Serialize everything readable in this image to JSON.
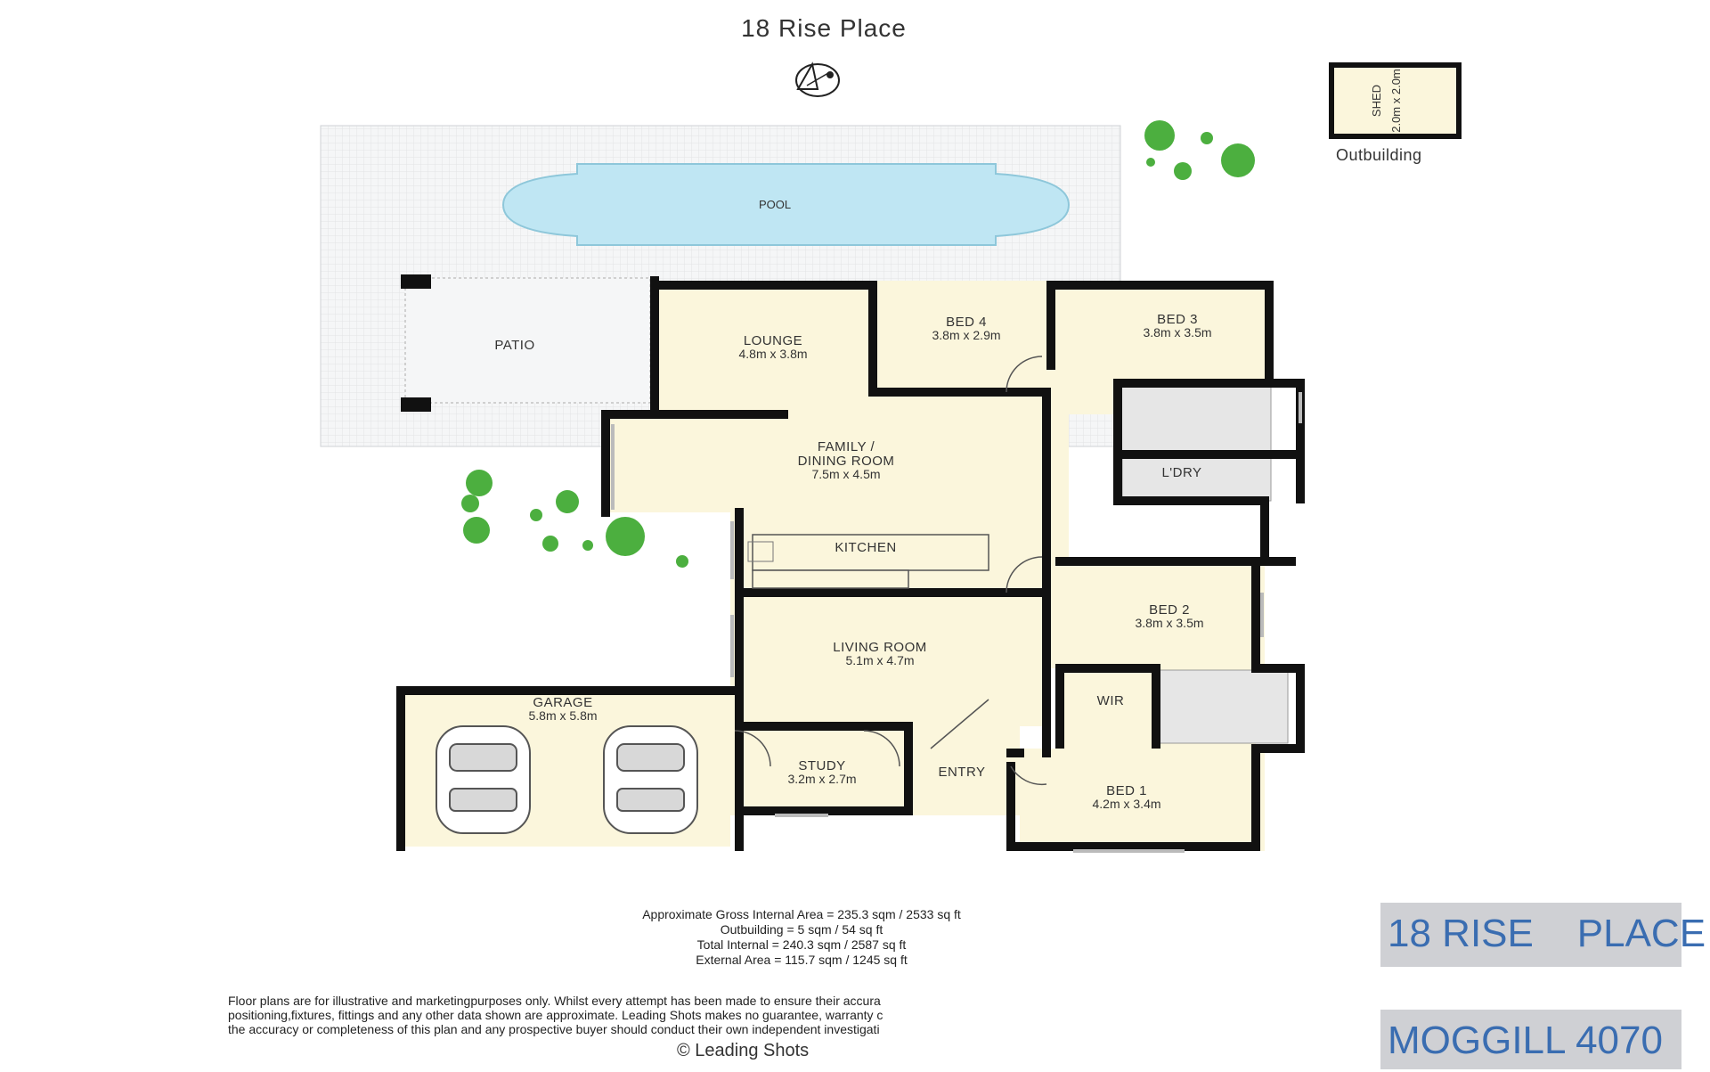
{
  "title": "18 Rise Place",
  "outbuilding": {
    "label": "Outbuilding",
    "shed_name": "SHED",
    "shed_dim": "2.0m x 2.0m"
  },
  "rooms": {
    "pool": {
      "name": "POOL"
    },
    "patio": {
      "name": "PATIO"
    },
    "lounge": {
      "name": "LOUNGE",
      "dim": "4.8m x 3.8m"
    },
    "bed4": {
      "name": "BED 4",
      "dim": "3.8m x 2.9m"
    },
    "bed3": {
      "name": "BED 3",
      "dim": "3.8m x 3.5m"
    },
    "family": {
      "name1": "FAMILY /",
      "name2": "DINING ROOM",
      "dim": "7.5m x 4.5m"
    },
    "laundry": {
      "name": "L'DRY"
    },
    "kitchen": {
      "name": "KITCHEN"
    },
    "bed2": {
      "name": "BED 2",
      "dim": "3.8m x 3.5m"
    },
    "living": {
      "name": "LIVING ROOM",
      "dim": "5.1m x 4.7m"
    },
    "garage": {
      "name": "GARAGE",
      "dim": "5.8m x 5.8m"
    },
    "wir": {
      "name": "WIR"
    },
    "study": {
      "name": "STUDY",
      "dim": "3.2m x 2.7m"
    },
    "entry": {
      "name": "ENTRY"
    },
    "bed1": {
      "name": "BED 1",
      "dim": "4.2m x 3.4m"
    }
  },
  "areas": [
    "Approximate Gross Internal Area = 235.3 sqm / 2533 sq ft",
    "Outbuilding = 5 sqm / 54 sq ft",
    "Total Internal = 240.3 sqm / 2587 sq ft",
    "External Area = 115.7 sqm / 1245 sq ft"
  ],
  "disclaimer": [
    "Floor plans are for illustrative and marketingpurposes only. Whilst every attempt has been made to ensure their accura",
    "positioning,fixtures, fittings and any other data shown are approximate. Leading Shots makes no guarantee, warranty c",
    "the accuracy or completeness of this plan and any prospective buyer should conduct their own independent investigati"
  ],
  "copyright": "© Leading Shots",
  "badges": {
    "street": "18 RISE    PLACE",
    "suburb": "MOGGILL 4070"
  },
  "colors": {
    "floor": "#fbf6dc",
    "wall": "#111111",
    "pool": "#bfe6f3",
    "wet_area": "#e6e6e6",
    "tree": "#4caf3f",
    "badge_bg": "#cfd0d4",
    "badge_text": "#3a6db1"
  }
}
